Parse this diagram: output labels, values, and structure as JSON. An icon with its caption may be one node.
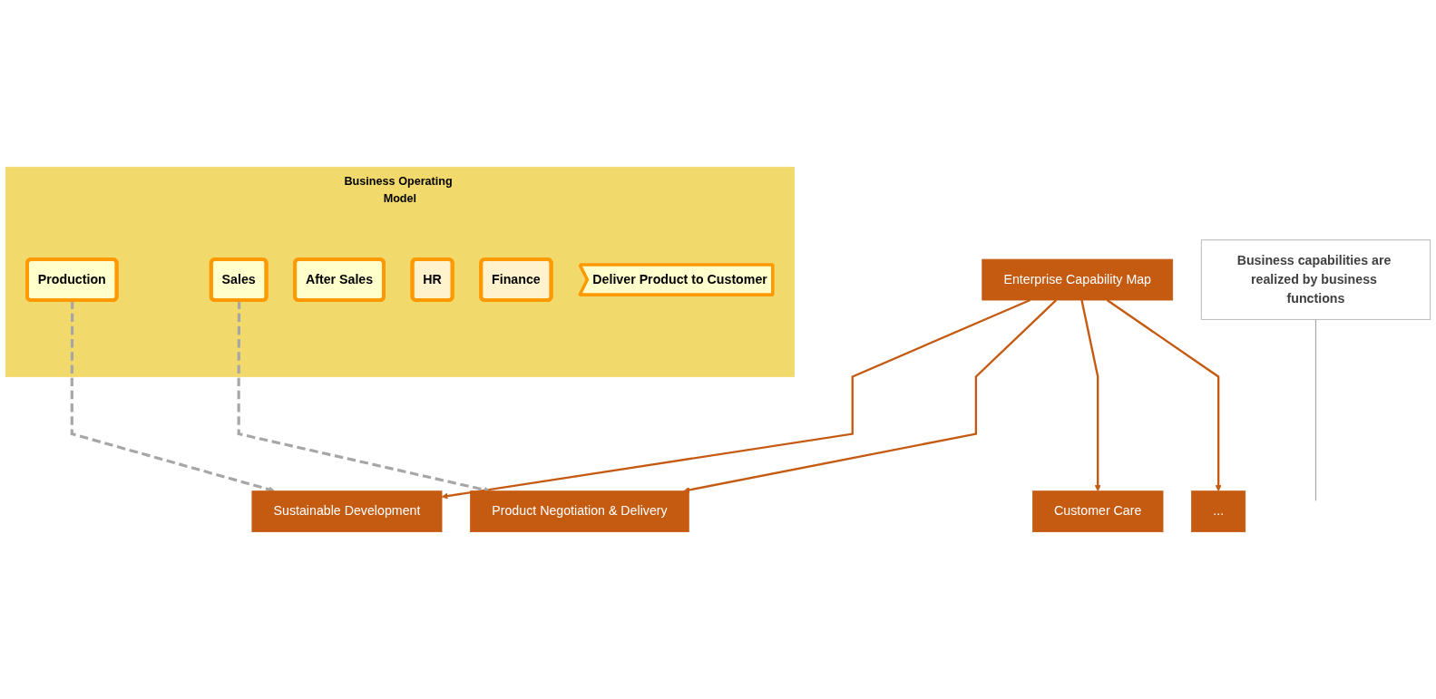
{
  "diagram": {
    "nodes": [
      {
        "text": [
          "Enterprise Capability Map"
        ]
      },
      {
        "text": [
          "Sustainable Development"
        ]
      },
      {
        "text": [
          "Product Negotiation & Delivery"
        ]
      },
      {
        "text": [
          "Customer Care"
        ]
      },
      {
        "text": [
          "..."
        ]
      },
      {
        "text": [
          "Business capabilities are realized by business functions"
        ]
      },
      {
        "text": [
          "Business Operating Model"
        ]
      },
      {
        "text": [
          "Sales"
        ],
        "in": 6
      },
      {
        "text": [
          "Production"
        ],
        "in": 6
      },
      {
        "text": [
          "After Sales"
        ],
        "in": 6
      },
      {
        "text": [
          "HR"
        ],
        "in": 6
      },
      {
        "text": [
          "Finance"
        ],
        "in": 6
      },
      {
        "text": [
          "Deliver Product to Customer"
        ],
        "in": 6
      }
    ],
    "edges": [
      {
        "from": 0,
        "to": 1,
        "arrow": "to"
      },
      {
        "from": 0,
        "to": 2,
        "arrow": "to"
      },
      {
        "from": 0,
        "to": 3,
        "arrow": "to"
      },
      {
        "from": 0,
        "to": 4,
        "arrow": "to"
      },
      {
        "from": 8,
        "to": 1,
        "arrow": "to",
        "style": "dashed",
        "color": "#a6a6a6"
      },
      {
        "from": 7,
        "to": 2,
        "arrow": "to",
        "style": "dashed",
        "color": "#a6a6a6"
      },
      {
        "from": 5,
        "to": null,
        "arrow": "none",
        "color": "#a6a6a6"
      }
    ]
  }
}
